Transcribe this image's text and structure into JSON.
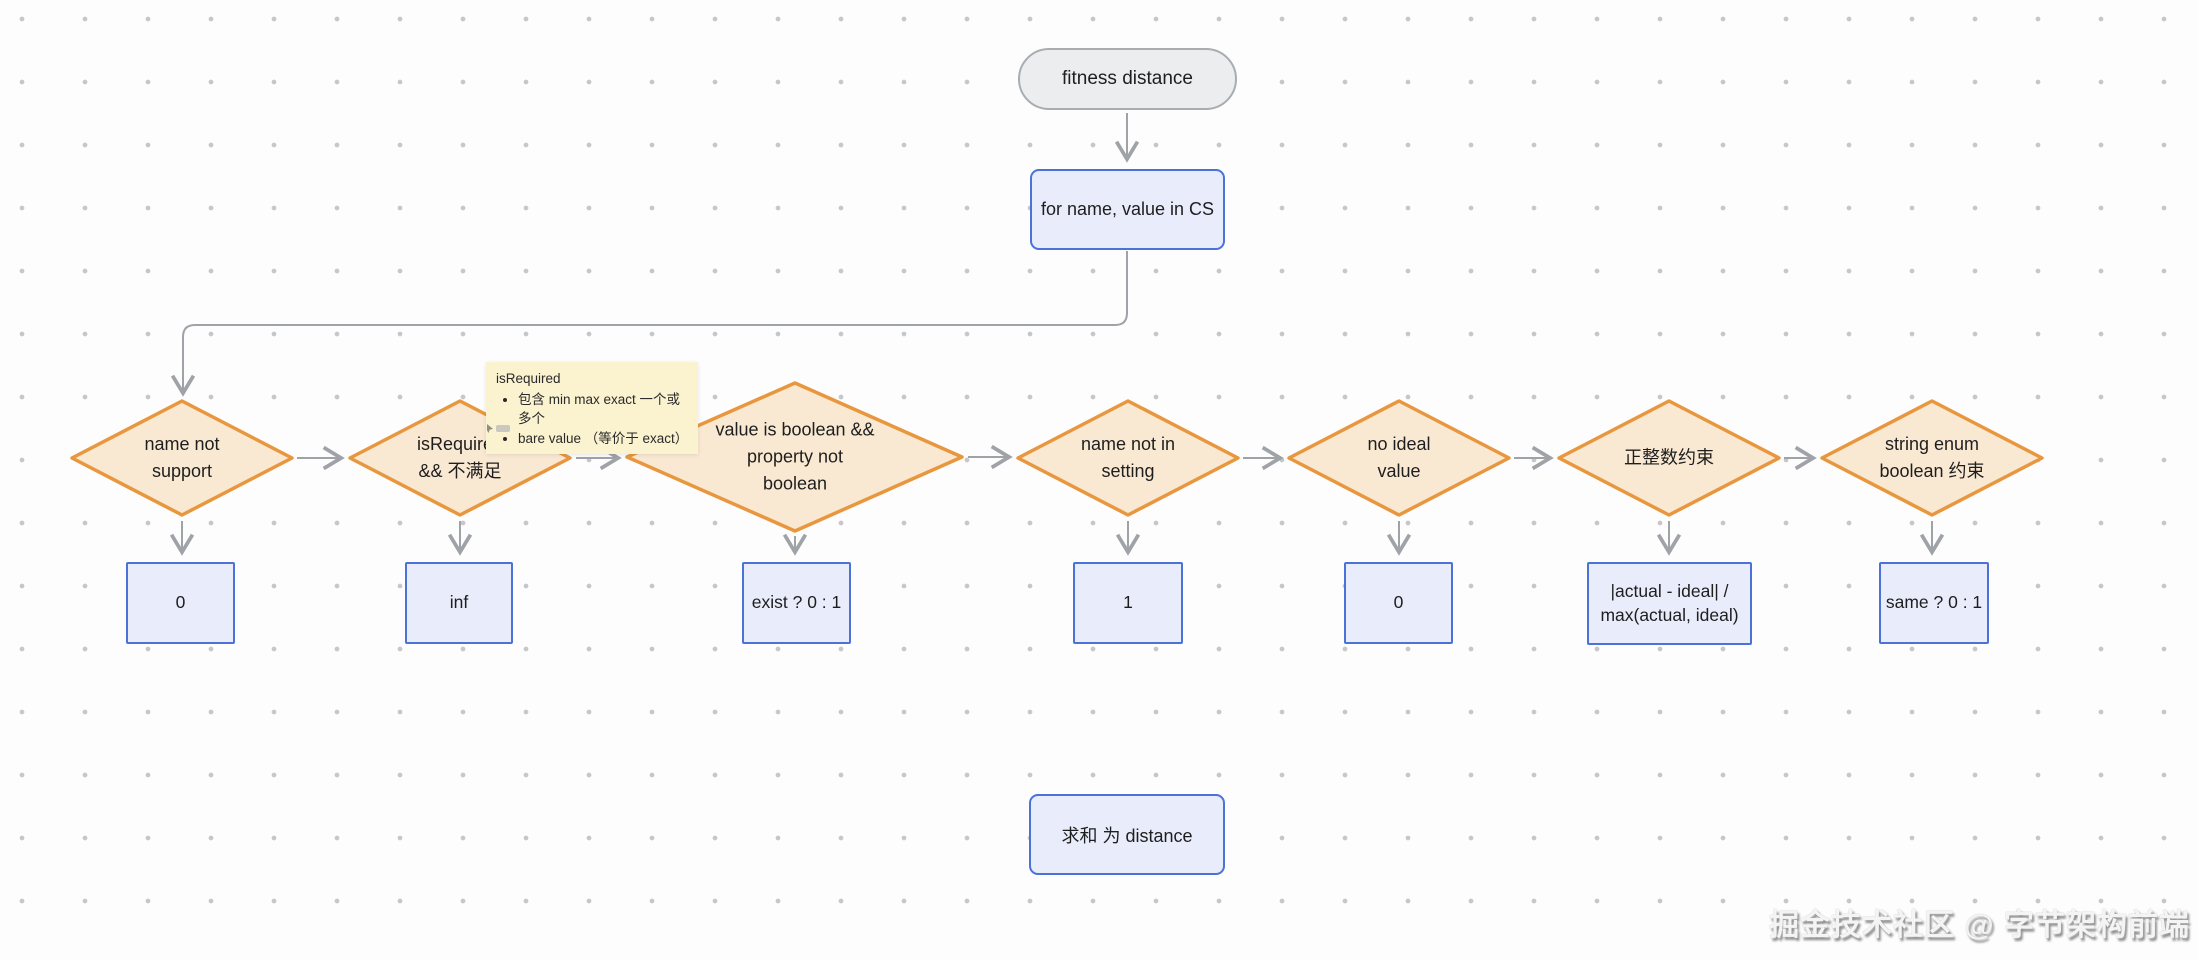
{
  "colors": {
    "diamond_fill": "#f9e9d3",
    "diamond_border": "#e8973f",
    "box_fill": "#e9edfb",
    "box_border": "#4a72d9",
    "pill_fill": "#ebedef",
    "pill_border": "#a9adb2",
    "note_fill": "#fbf2d0",
    "arrow": "#9fa3a8"
  },
  "nodes": {
    "start": {
      "label": "fitness distance"
    },
    "loop": {
      "label": "for name, value in CS"
    },
    "sum": {
      "label": "求和 为 distance"
    }
  },
  "decisions": [
    {
      "label": "name not\nsupport",
      "result": "0"
    },
    {
      "label": "isRequired\n&& 不满足",
      "result": "inf"
    },
    {
      "label": "value is boolean &&\nproperty not\nboolean",
      "result": "exist ? 0 : 1"
    },
    {
      "label": "name not in\nsetting",
      "result": "1"
    },
    {
      "label": "no ideal\nvalue",
      "result": "0"
    },
    {
      "label": "正整数约束",
      "result": "|actual - ideal| /\nmax(actual, ideal)"
    },
    {
      "label": "string enum\nboolean 约束",
      "result": "same ? 0 : 1"
    }
  ],
  "note": {
    "title": "isRequired",
    "bullets": [
      "包含 min max exact 一个或多个",
      "bare value （等价于 exact）"
    ]
  },
  "watermark": "掘金技术社区 @ 字节架构前端"
}
